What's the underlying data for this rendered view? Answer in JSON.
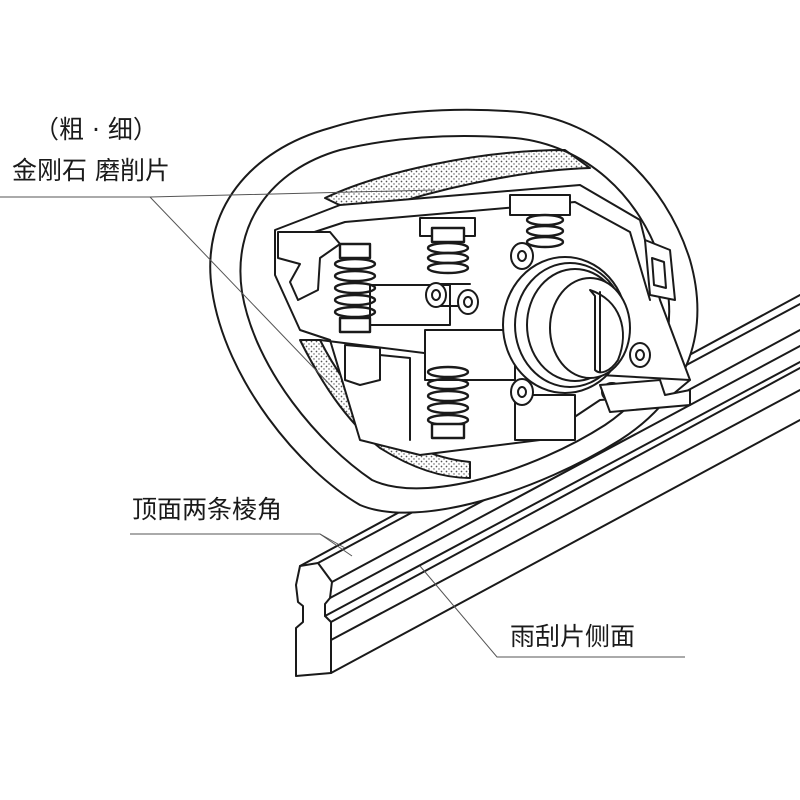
{
  "labels": {
    "grit": "（粗 · 细）",
    "pad": "金刚石 磨削片",
    "edges": "顶面两条棱角",
    "side": "雨刮片侧面"
  },
  "colors": {
    "line": "#1a1a1a",
    "stipple": "#555555",
    "background": "#ffffff"
  }
}
